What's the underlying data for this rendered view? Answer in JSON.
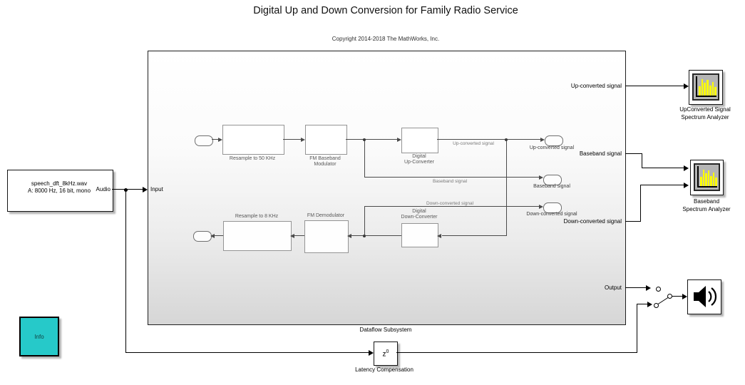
{
  "title": "Digital Up and Down Conversion for Family Radio Service",
  "copyright": "Copyright 2014-2018 The MathWorks, Inc.",
  "source_block": {
    "line1": "speech_dft_8kHz.wav",
    "line2": "A: 8000 Hz, 16 bit, mono",
    "port_label": "Audio"
  },
  "info_block": {
    "label": "Info"
  },
  "subsystem": {
    "label": "Dataflow Subsystem",
    "port_labels": {
      "input": "Input",
      "up": "Up-converted signal",
      "baseband": "Baseband signal",
      "down": "Down-converted signal",
      "output": "Output"
    },
    "blocks": {
      "resample50": {
        "label": "Resample to 50 KHz"
      },
      "fm_modulator": {
        "line1": "FM Baseband",
        "line2": "Modulator"
      },
      "duc": {
        "line1": "Digital",
        "line2": "Up-Converter"
      },
      "resample8": {
        "label": "Resample to 8 KHz"
      },
      "fm_demodulator": {
        "label": "FM Demodulator"
      },
      "ddc": {
        "line1": "Digital",
        "line2": "Down-Converter"
      }
    },
    "signal_labels": {
      "up": "Up-converted signal",
      "baseband": "Baseband signal",
      "down": "Down-converted signal"
    },
    "outports": {
      "up": "Up-converted signal",
      "baseband": "Baseband signal",
      "down": "Down-converted signal"
    }
  },
  "latency_block": {
    "symbol_base": "z",
    "symbol_exp": "0",
    "label": "Latency Compensation"
  },
  "analyzers": {
    "upconverted": {
      "line1": "UpConverted Signal",
      "line2": "Spectrum Analyzer"
    },
    "baseband": {
      "line1": "Baseband",
      "line2": "Spectrum Analyzer"
    }
  },
  "spectrum_bars": [
    55,
    95,
    75,
    90,
    60,
    78,
    48
  ],
  "colors": {
    "info_bg": "#26c9c9",
    "spectrum_plot_bg": "#b5b5b5",
    "spectrum_bar": "#ffff00",
    "subsystem_gradient_bottom": "#d6d6d6"
  }
}
